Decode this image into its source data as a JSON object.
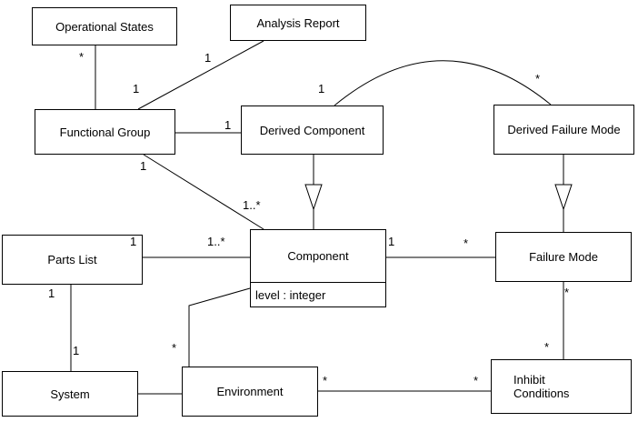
{
  "diagram": {
    "type": "uml-class-diagram",
    "colors": {
      "background": "#ffffff",
      "node_fill": "#ffffff",
      "stroke": "#000000",
      "text": "#000000"
    },
    "nodes": [
      {
        "id": "operational-states",
        "label": "Operational States"
      },
      {
        "id": "analysis-report",
        "label": "Analysis Report"
      },
      {
        "id": "functional-group",
        "label": "Functional Group"
      },
      {
        "id": "derived-component",
        "label": "Derived Component"
      },
      {
        "id": "derived-failure-mode",
        "label": "Derived Failure Mode"
      },
      {
        "id": "parts-list",
        "label": "Parts List"
      },
      {
        "id": "component",
        "label": "Component",
        "attributes": [
          "level : integer"
        ]
      },
      {
        "id": "failure-mode",
        "label": "Failure Mode"
      },
      {
        "id": "system",
        "label": "System"
      },
      {
        "id": "environment",
        "label": "Environment"
      },
      {
        "id": "inhibit-conditions",
        "label": "Inhibit\nConditions"
      }
    ],
    "edges": [
      {
        "from": "operational-states",
        "to": "functional-group",
        "type": "association",
        "from_label": "*",
        "to_label": "1"
      },
      {
        "from": "analysis-report",
        "to": "functional-group",
        "type": "association",
        "from_label": "1",
        "to_label": ""
      },
      {
        "from": "derived-component",
        "to": "derived-failure-mode",
        "type": "association",
        "from_label": "1",
        "to_label": "*"
      },
      {
        "from": "functional-group",
        "to": "derived-component",
        "type": "association",
        "from_label": "",
        "to_label": "1"
      },
      {
        "from": "functional-group",
        "to": "component",
        "type": "association",
        "from_label": "1",
        "to_label": "1..*"
      },
      {
        "from": "derived-component",
        "to": "component",
        "type": "generalization",
        "from_label": "",
        "to_label": ""
      },
      {
        "from": "derived-failure-mode",
        "to": "failure-mode",
        "type": "generalization",
        "from_label": "",
        "to_label": ""
      },
      {
        "from": "parts-list",
        "to": "component",
        "type": "association",
        "from_label": "1",
        "to_label": "1..*"
      },
      {
        "from": "component",
        "to": "failure-mode",
        "type": "association",
        "from_label": "1",
        "to_label": "*"
      },
      {
        "from": "parts-list",
        "to": "system",
        "type": "association",
        "from_label": "1",
        "to_label": "1"
      },
      {
        "from": "component",
        "to": "environment",
        "type": "association",
        "from_label": "",
        "to_label": "*"
      },
      {
        "from": "system",
        "to": "environment",
        "type": "association",
        "from_label": "",
        "to_label": ""
      },
      {
        "from": "environment",
        "to": "inhibit-conditions",
        "type": "association",
        "from_label": "*",
        "to_label": "*"
      },
      {
        "from": "failure-mode",
        "to": "inhibit-conditions",
        "type": "association",
        "from_label": "*",
        "to_label": "*"
      }
    ]
  }
}
